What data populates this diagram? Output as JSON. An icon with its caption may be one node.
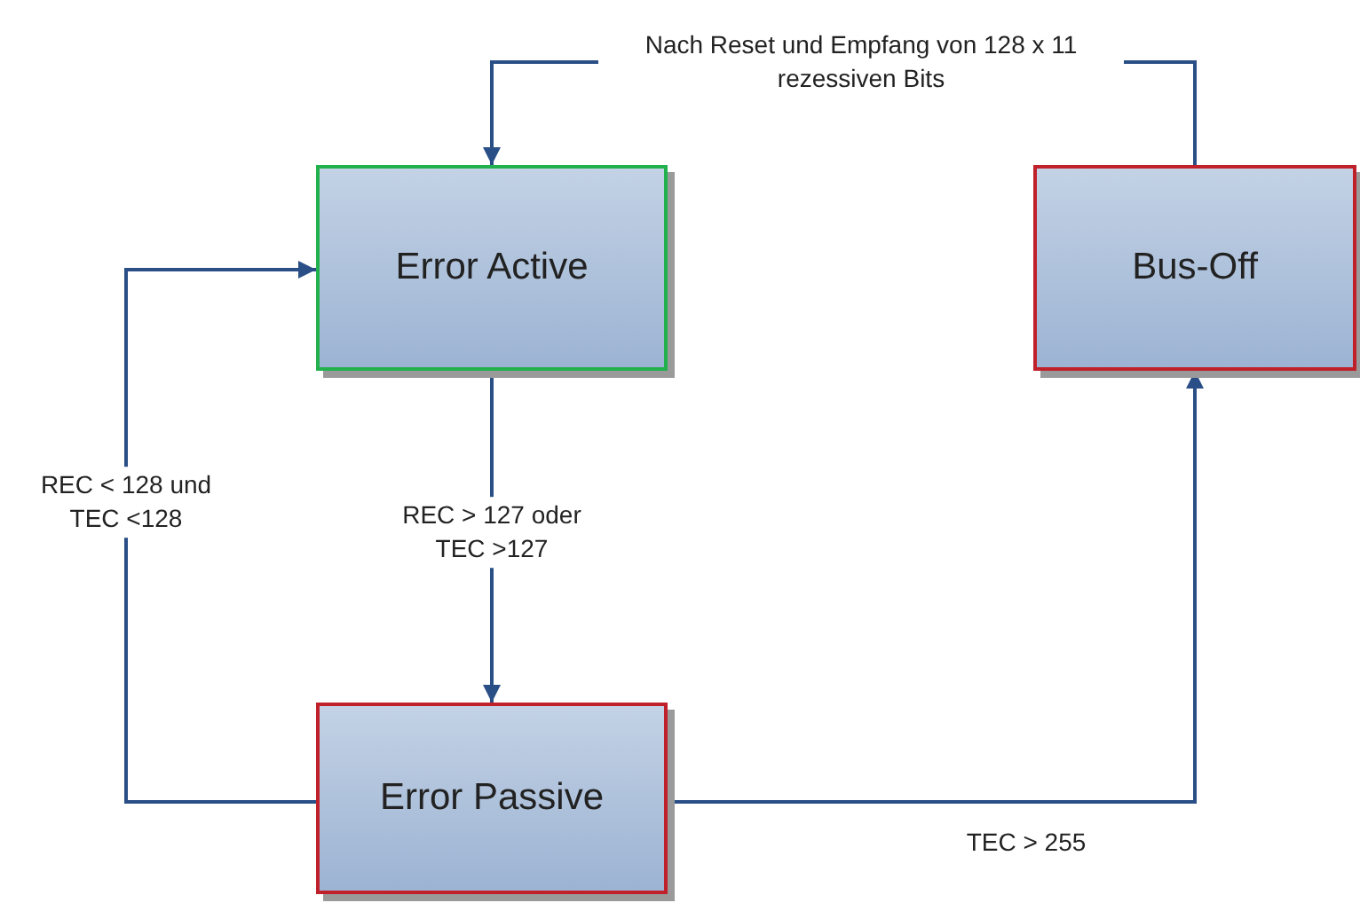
{
  "diagram": {
    "nodes": [
      {
        "text": [
          "Error Active"
        ]
      },
      {
        "text": [
          "Bus-Off"
        ]
      },
      {
        "text": [
          "Error Passive"
        ]
      }
    ],
    "edges": [
      {
        "from": 1,
        "to": 0,
        "arrow": "to",
        "label": "Nach Reset und Empfang von 128 x 11 rezessiven Bits"
      },
      {
        "from": 2,
        "to": 0,
        "arrow": "to",
        "label": "REC < 128 und TEC <128"
      },
      {
        "from": 0,
        "to": 2,
        "arrow": "to",
        "label": "REC > 127 oder TEC >127"
      },
      {
        "from": 2,
        "to": 1,
        "arrow": "to",
        "label": "TEC > 255"
      }
    ]
  }
}
